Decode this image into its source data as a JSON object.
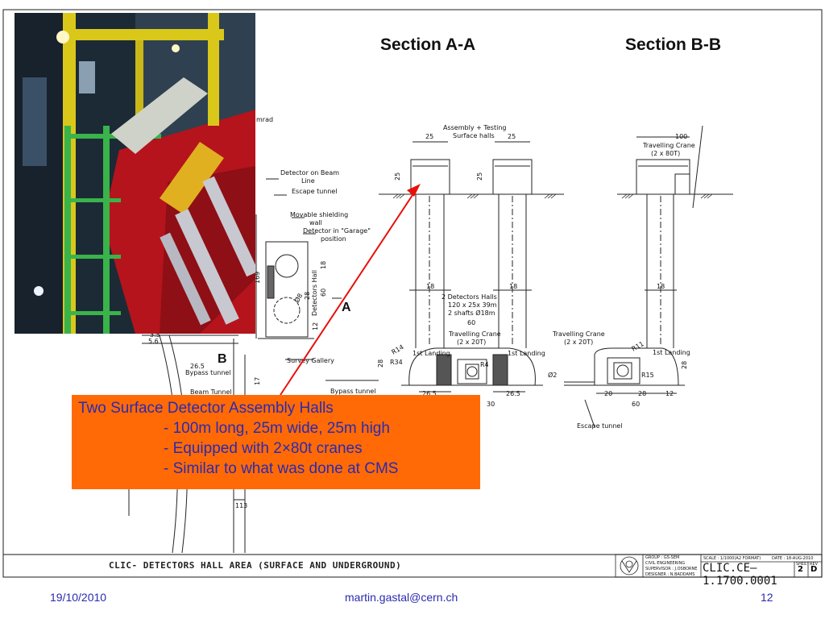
{
  "drawing": {
    "section_a": "Section A-A",
    "section_b": "Section B-B",
    "marker_a": "A",
    "marker_b": "B",
    "labels": {
      "assembly_halls": "Assembly + Testing",
      "surface_halls": "Surface halls",
      "travelling_crane_80": "Travelling Crane",
      "crane_80_spec": "(2 x 80T)",
      "detectors_halls": "2 Detectors Halls",
      "halls_dims": "120 x 25x 39m",
      "shafts": "2 shafts Ø18m",
      "travelling_crane_20a": "Travelling Crane",
      "crane_20a_spec": "(2 x 20T)",
      "travelling_crane_20b": "Travelling Crane",
      "crane_20b_spec": "(2 x 20T)",
      "escape_tunnel_right": "Escape tunnel",
      "detector_on_beam": "Detector on Beam",
      "detector_on_beam_2": "Line",
      "escape_tunnel_left": "Escape tunnel",
      "movable_wall": "Movable shielding",
      "movable_wall_2": "wall",
      "detector_garage": "Detector in \"Garage\"",
      "detector_garage_2": "position",
      "survey_gallery": "Survey Gallery",
      "bypass_tunnel": "Bypass tunnel",
      "beam_tunnel": "Beam Tunnel",
      "bypass_tunnel_2": "Bypass tunnel",
      "detectors_hall_vertical": "Detectors Hall",
      "amrad": "mrad",
      "dim_25a": "25",
      "dim_25b": "25",
      "dim_25c": "25",
      "dim_25d": "25",
      "dim_100": "100",
      "dim_18a": "18",
      "dim_18b": "18",
      "dim_18c": "18",
      "dim_60a": "60",
      "dim_60b": "60",
      "dim_26_5a": "26.5",
      "dim_26_5b": "26.5",
      "dim_26_5c": "26.5",
      "dim_30": "30",
      "dim_20": "20",
      "dim_28a": "28",
      "dim_28b": "28",
      "dim_12": "12",
      "dim_28c": "28",
      "r14": "R14",
      "r34": "R34",
      "r4": "R4",
      "r11": "R11",
      "r15": "R15",
      "dia2": "Ø2",
      "dia8": "Ø8",
      "dim_5_6": "5.6",
      "dim_3_5": "3.5",
      "dim_17": "17",
      "dim_113": "113",
      "dim_169": "169",
      "dim_28d": "28",
      "dim_60c": "60",
      "dim_18d": "18",
      "dim_12b": "12",
      "first_landing_a": "1st Landing",
      "first_landing_b": "1st Landing",
      "first_landing_c": "1st Landing"
    }
  },
  "photo": {
    "description_icon": "detector-assembly-photo"
  },
  "callout": {
    "title": "Two Surface Detector Assembly Halls",
    "items": [
      "- 100m long, 25m wide, 25m high",
      "- Equipped with 2×80t cranes",
      "- Similar to what was done at CMS"
    ]
  },
  "title_block": {
    "title": "CLIC- DETECTORS HALL AREA (SURFACE AND UNDERGROUND)",
    "group": "GROUP : GS-SEM",
    "dept": "CIVIL ENGINEERING",
    "supervisor": "SUPERVISOR : J.OSBORNE",
    "designer": "DESIGNER : N.BADDAMS",
    "scale": "SCALE : 1/1000(A2 FORMAT)",
    "date": "DATE : 18-AUG-2010",
    "code": "CLIC.CE–1.1700.0001",
    "sheet_label": "SHEET",
    "rev_label": "REV",
    "sheet": "2",
    "rev": "D"
  },
  "footer": {
    "date": "19/10/2010",
    "email": "martin.gastal@cern.ch",
    "page": "12"
  },
  "colors": {
    "callout_bg": "#ff6a06",
    "callout_text": "#2a2ab0",
    "footer_text": "#2a2ab0",
    "pointer": "#e8100a"
  }
}
